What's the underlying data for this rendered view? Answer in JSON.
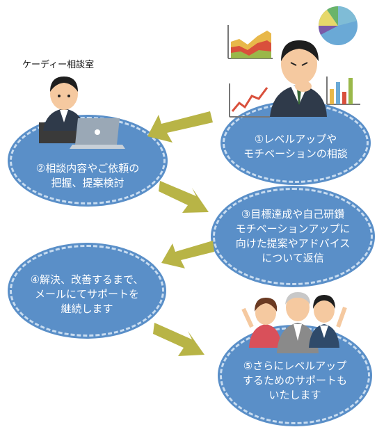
{
  "room_label": "ケーディー相談室",
  "steps": [
    {
      "line1": "①レベルアップや",
      "line2": "モチベーションの相談"
    },
    {
      "line1": "②相談内容やご依頼の",
      "line2": "把握、提案検討"
    },
    {
      "line1": "③目標達成や自己研鑽",
      "line2": "モチベーションアップに",
      "line3": "向けた提案やアドバイス",
      "line4": "について返信"
    },
    {
      "line1": "④解決、改善するまで、",
      "line2": "メールにてサポートを",
      "line3": "継続します"
    },
    {
      "line1": "⑤さらにレベルアップ",
      "line2": "するためのサポートも",
      "line3": "いたします"
    }
  ],
  "colors": {
    "bubble": "#5a8fc8",
    "arrow": "#b8b446",
    "text": "#ffffff"
  }
}
